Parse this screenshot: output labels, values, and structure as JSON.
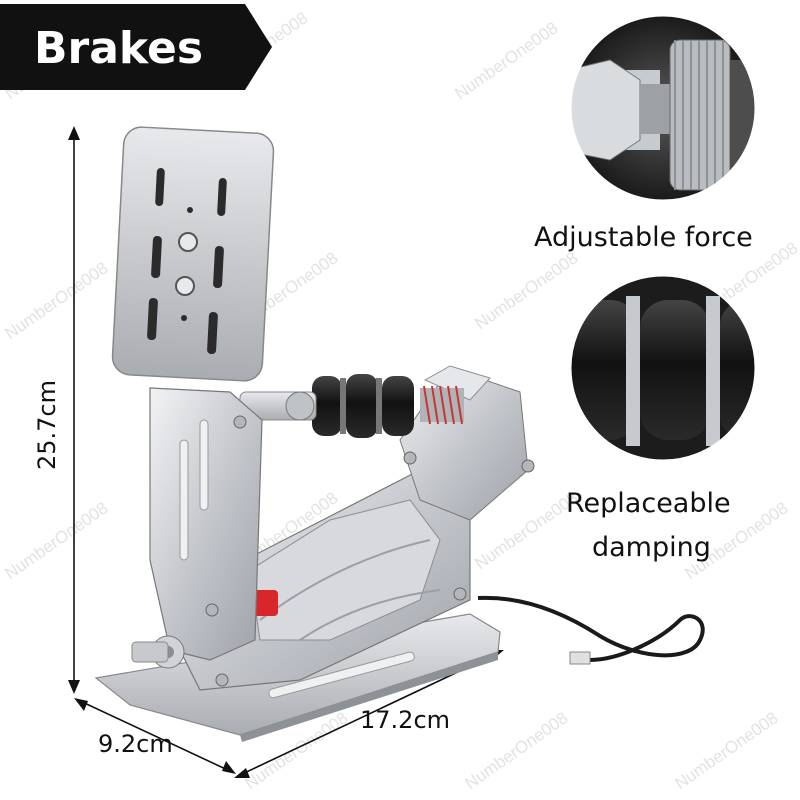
{
  "title": {
    "label": "Brakes"
  },
  "dimensions": {
    "height": "25.7cm",
    "depth": "9.2cm",
    "length": "17.2cm"
  },
  "features": [
    {
      "label": "Adjustable force"
    },
    {
      "label_line1": "Replaceable",
      "label_line2": "damping"
    }
  ],
  "watermark": {
    "text": "NumberOne008"
  },
  "colors": {
    "banner": "#111111",
    "metal": "#c9ccd1",
    "accent_red": "#d8262b",
    "damper": "#1a1a1a"
  }
}
